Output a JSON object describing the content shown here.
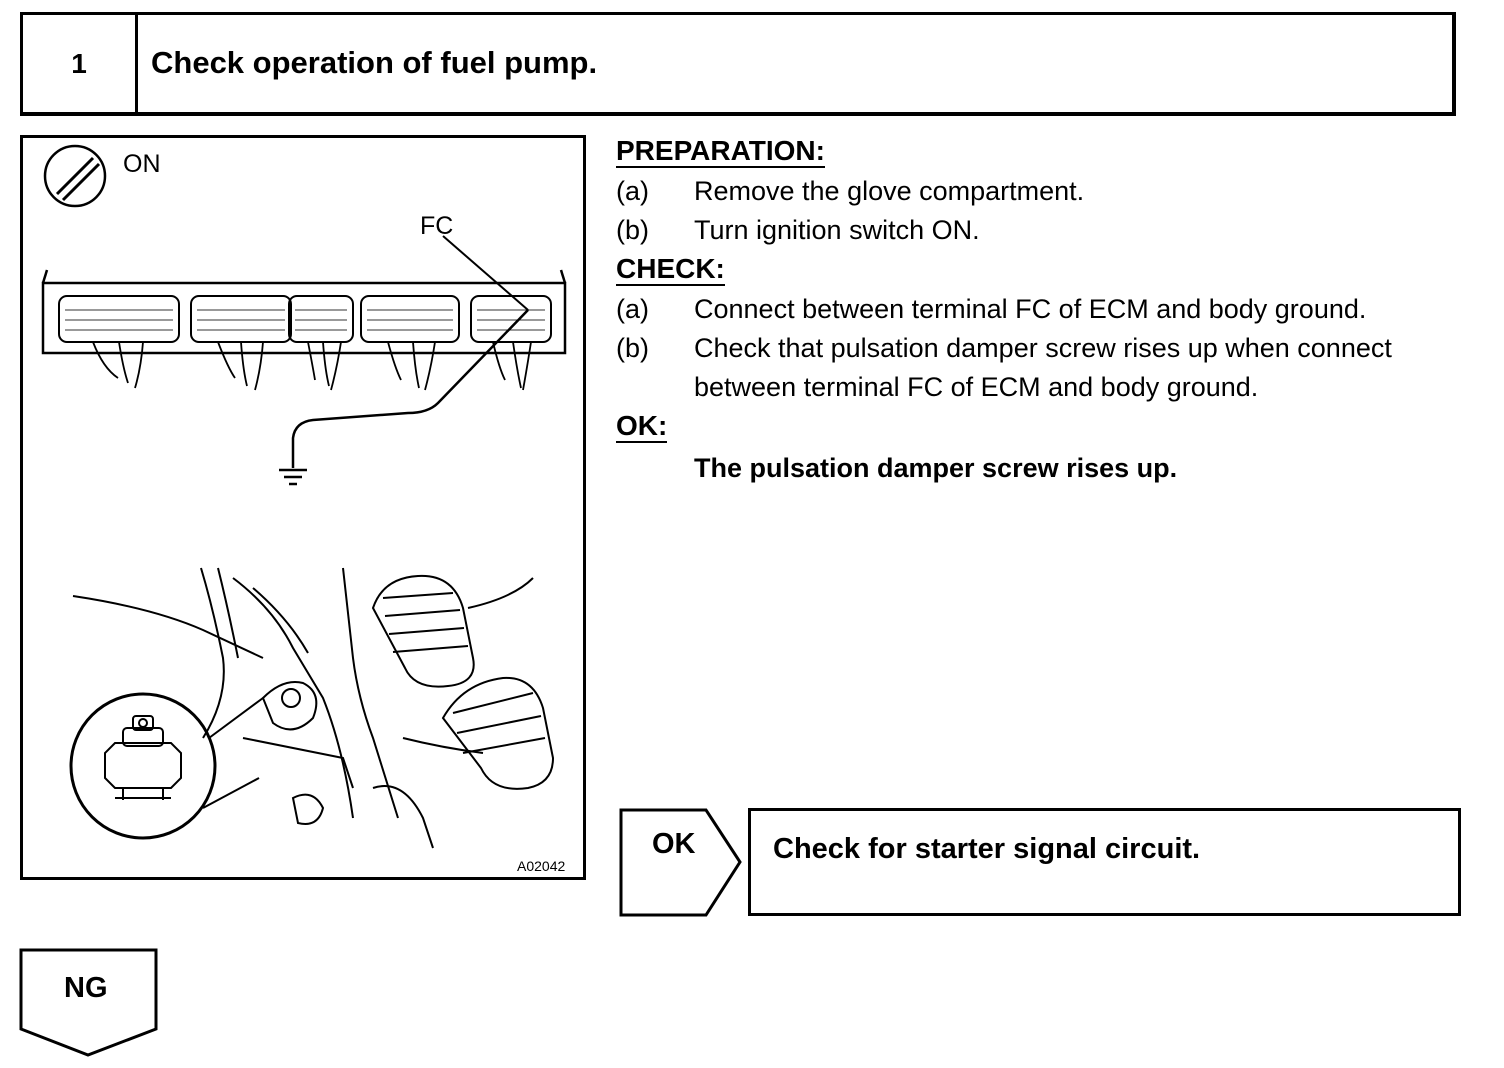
{
  "header": {
    "step_number": "1",
    "title": "Check operation of fuel pump."
  },
  "figure": {
    "ignition_label": "ON",
    "terminal_label": "FC",
    "figure_code": "A02042"
  },
  "preparation": {
    "heading": "PREPARATION:",
    "items": [
      {
        "label": "(a)",
        "text": "Remove the glove compartment."
      },
      {
        "label": "(b)",
        "text": "Turn ignition switch ON."
      }
    ]
  },
  "check": {
    "heading": "CHECK:",
    "items": [
      {
        "label": "(a)",
        "text": "Connect between terminal FC of ECM and body ground."
      },
      {
        "label": "(b)",
        "text": "Check that pulsation damper screw rises up when connect between terminal FC of ECM and body ground."
      }
    ]
  },
  "ok_section": {
    "heading": "OK:",
    "result": "The pulsation damper screw rises up."
  },
  "ok_branch": {
    "label": "OK",
    "action": "Check for starter signal circuit."
  },
  "ng_branch": {
    "label": "NG"
  }
}
